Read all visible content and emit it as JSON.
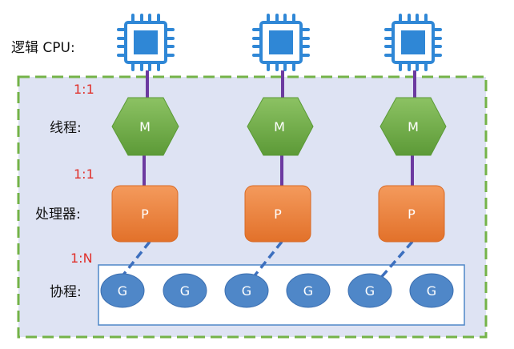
{
  "labels": {
    "cpu": "逻辑 CPU:",
    "thread": "线程:",
    "processor": "处理器:",
    "goroutine": "协程:"
  },
  "ratios": {
    "cpu_thread": "1:1",
    "thread_processor": "1:1",
    "processor_goroutine": "1:N"
  },
  "nodes": {
    "m_letter": "M",
    "p_letter": "P",
    "g_letter": "G"
  },
  "colors": {
    "container_fill": "#dee3f3",
    "container_border": "#74b348",
    "cpu_icon": "#2f87d6",
    "m_fill": "#6fac46",
    "p_fill": "#ed7d31",
    "g_fill": "#4f87c8",
    "solid_link": "#6c3aa0",
    "dashed_link": "#3c6fbe",
    "ratio_text": "#e0302a"
  },
  "icons": [
    "cpu-chip-icon"
  ]
}
